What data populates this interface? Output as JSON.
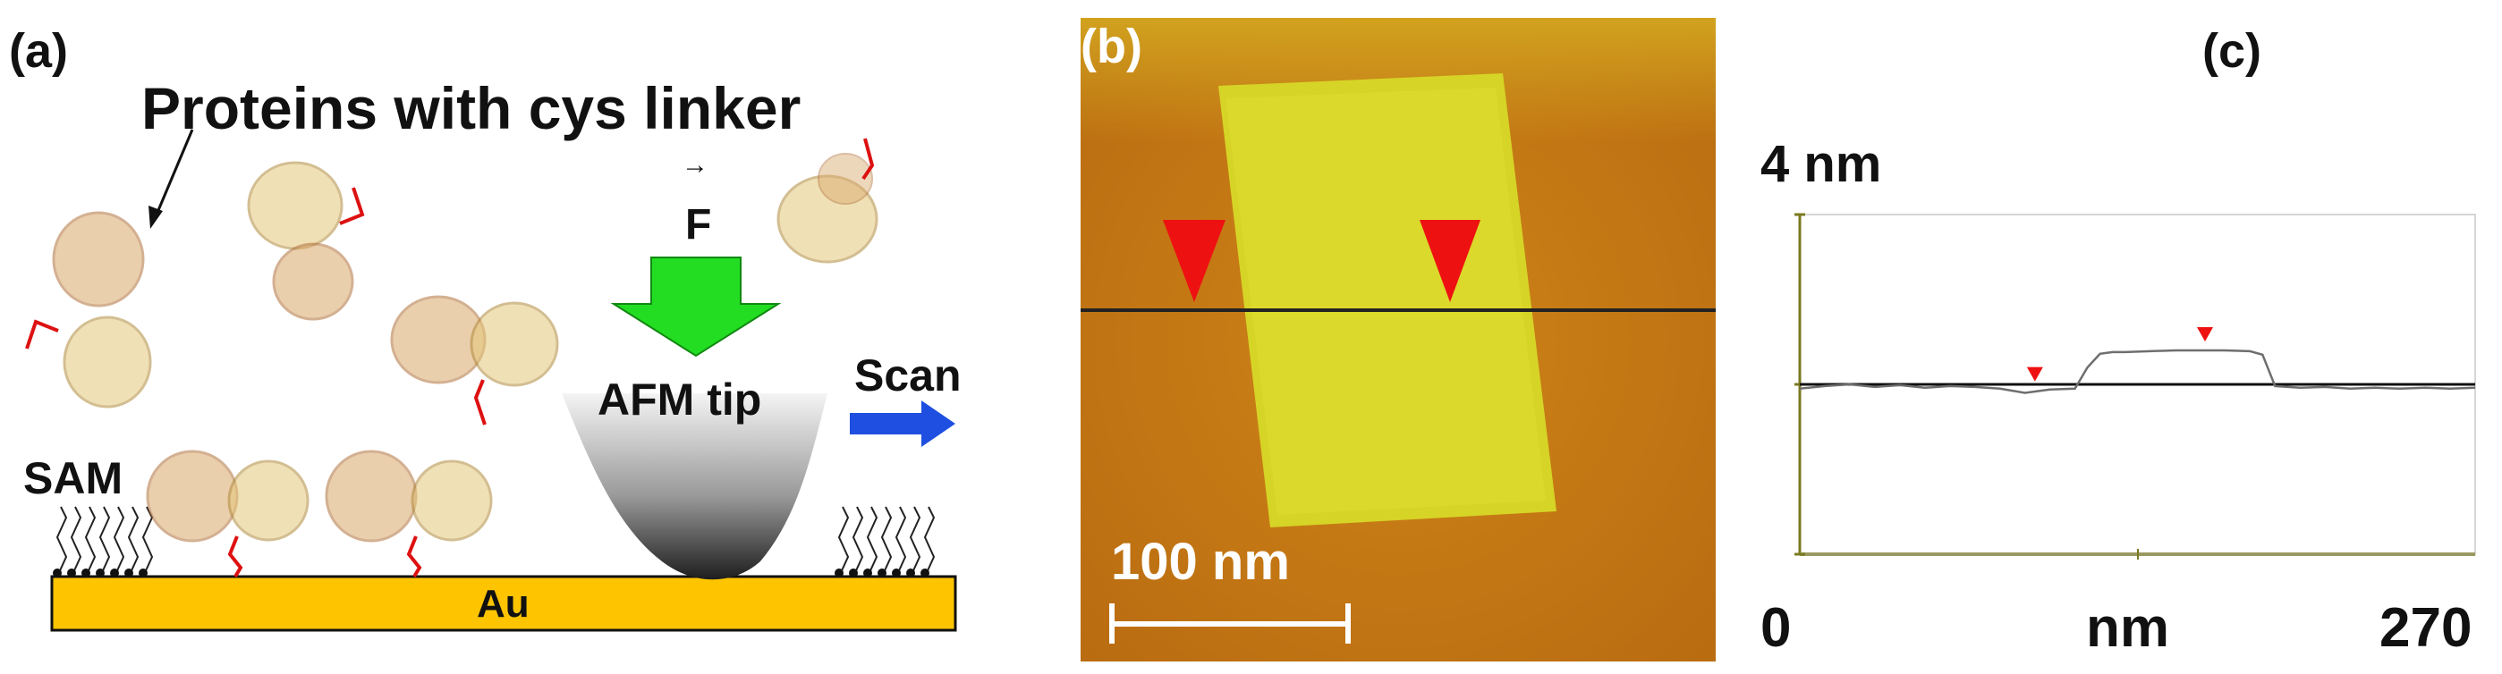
{
  "panel_a": {
    "label": "(a)",
    "title": "Proteins with cys linker",
    "force_symbol": "F",
    "force_arrow": "→",
    "tip_label": "AFM tip",
    "scan_label": "Scan",
    "sam_label": "SAM",
    "substrate_label": "Au",
    "colors": {
      "substrate": "#FFC400",
      "force_arrow": "#22DD22",
      "scan_arrow": "#1E4FE0",
      "linker": "#DD1111"
    }
  },
  "panel_b": {
    "label": "(b)",
    "scale_bar_label": "100 nm",
    "colors": {
      "background": "#C87814",
      "patch": "#D6D426",
      "marker": "#EE1111"
    }
  },
  "panel_c": {
    "label": "(c)",
    "y_top_label": "4 nm",
    "x_start_label": "0",
    "x_unit_label": "nm",
    "x_end_label": "270",
    "colors": {
      "axis": "#7A7A20",
      "trace": "#777777",
      "marker": "#EE1111"
    }
  },
  "chart_data": {
    "type": "line",
    "title": "",
    "xlabel": "nm",
    "ylabel": "",
    "xlim": [
      0,
      270
    ],
    "ylim": [
      0,
      4
    ],
    "y_top_label": "4 nm",
    "reference_line_y": 2.0,
    "series": [
      {
        "name": "",
        "x": [
          0,
          10,
          20,
          30,
          40,
          50,
          60,
          70,
          80,
          90,
          95,
          100,
          110,
          115,
          120,
          125,
          130,
          140,
          150,
          160,
          170,
          180,
          185,
          190,
          200,
          210,
          220,
          230,
          240,
          250,
          260,
          270
        ],
        "y": [
          1.95,
          1.98,
          2.0,
          1.97,
          1.99,
          1.96,
          1.98,
          1.97,
          1.95,
          1.9,
          1.92,
          1.94,
          1.95,
          2.2,
          2.36,
          2.38,
          2.38,
          2.39,
          2.4,
          2.4,
          2.4,
          2.39,
          2.35,
          1.98,
          1.96,
          1.97,
          1.95,
          1.96,
          1.95,
          1.96,
          1.95,
          1.96
        ]
      }
    ],
    "markers": [
      {
        "x": 94,
        "y": 1.93
      },
      {
        "x": 162,
        "y": 2.4
      }
    ]
  }
}
